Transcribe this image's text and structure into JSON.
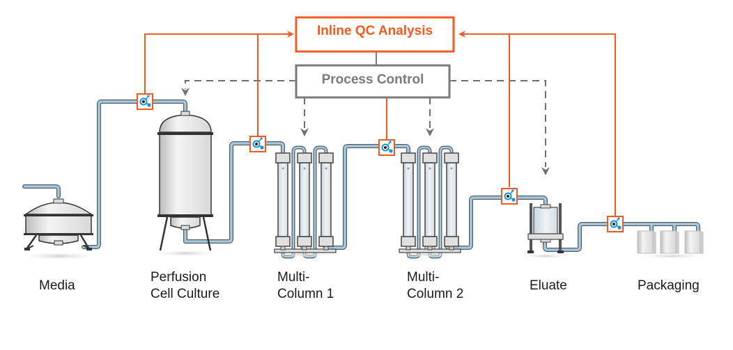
{
  "diagram": {
    "qc_box": {
      "label": "Inline QC Analysis",
      "color": "#f15a22"
    },
    "control_box": {
      "label": "Process Control",
      "color": "#7a7a7a"
    },
    "pipe_color": "#a9c9dc",
    "sensor_color": "#1e90d6",
    "stages": [
      {
        "id": "media",
        "line1": "Media",
        "line2": ""
      },
      {
        "id": "perfusion",
        "line1": "Perfusion",
        "line2": "Cell Culture"
      },
      {
        "id": "multicolumn1",
        "line1": "Multi-",
        "line2": "Column 1"
      },
      {
        "id": "multicolumn2",
        "line1": "Multi-",
        "line2": "Column 2"
      },
      {
        "id": "eluate",
        "line1": "Eluate",
        "line2": ""
      },
      {
        "id": "packaging",
        "line1": "Packaging",
        "line2": ""
      }
    ]
  }
}
